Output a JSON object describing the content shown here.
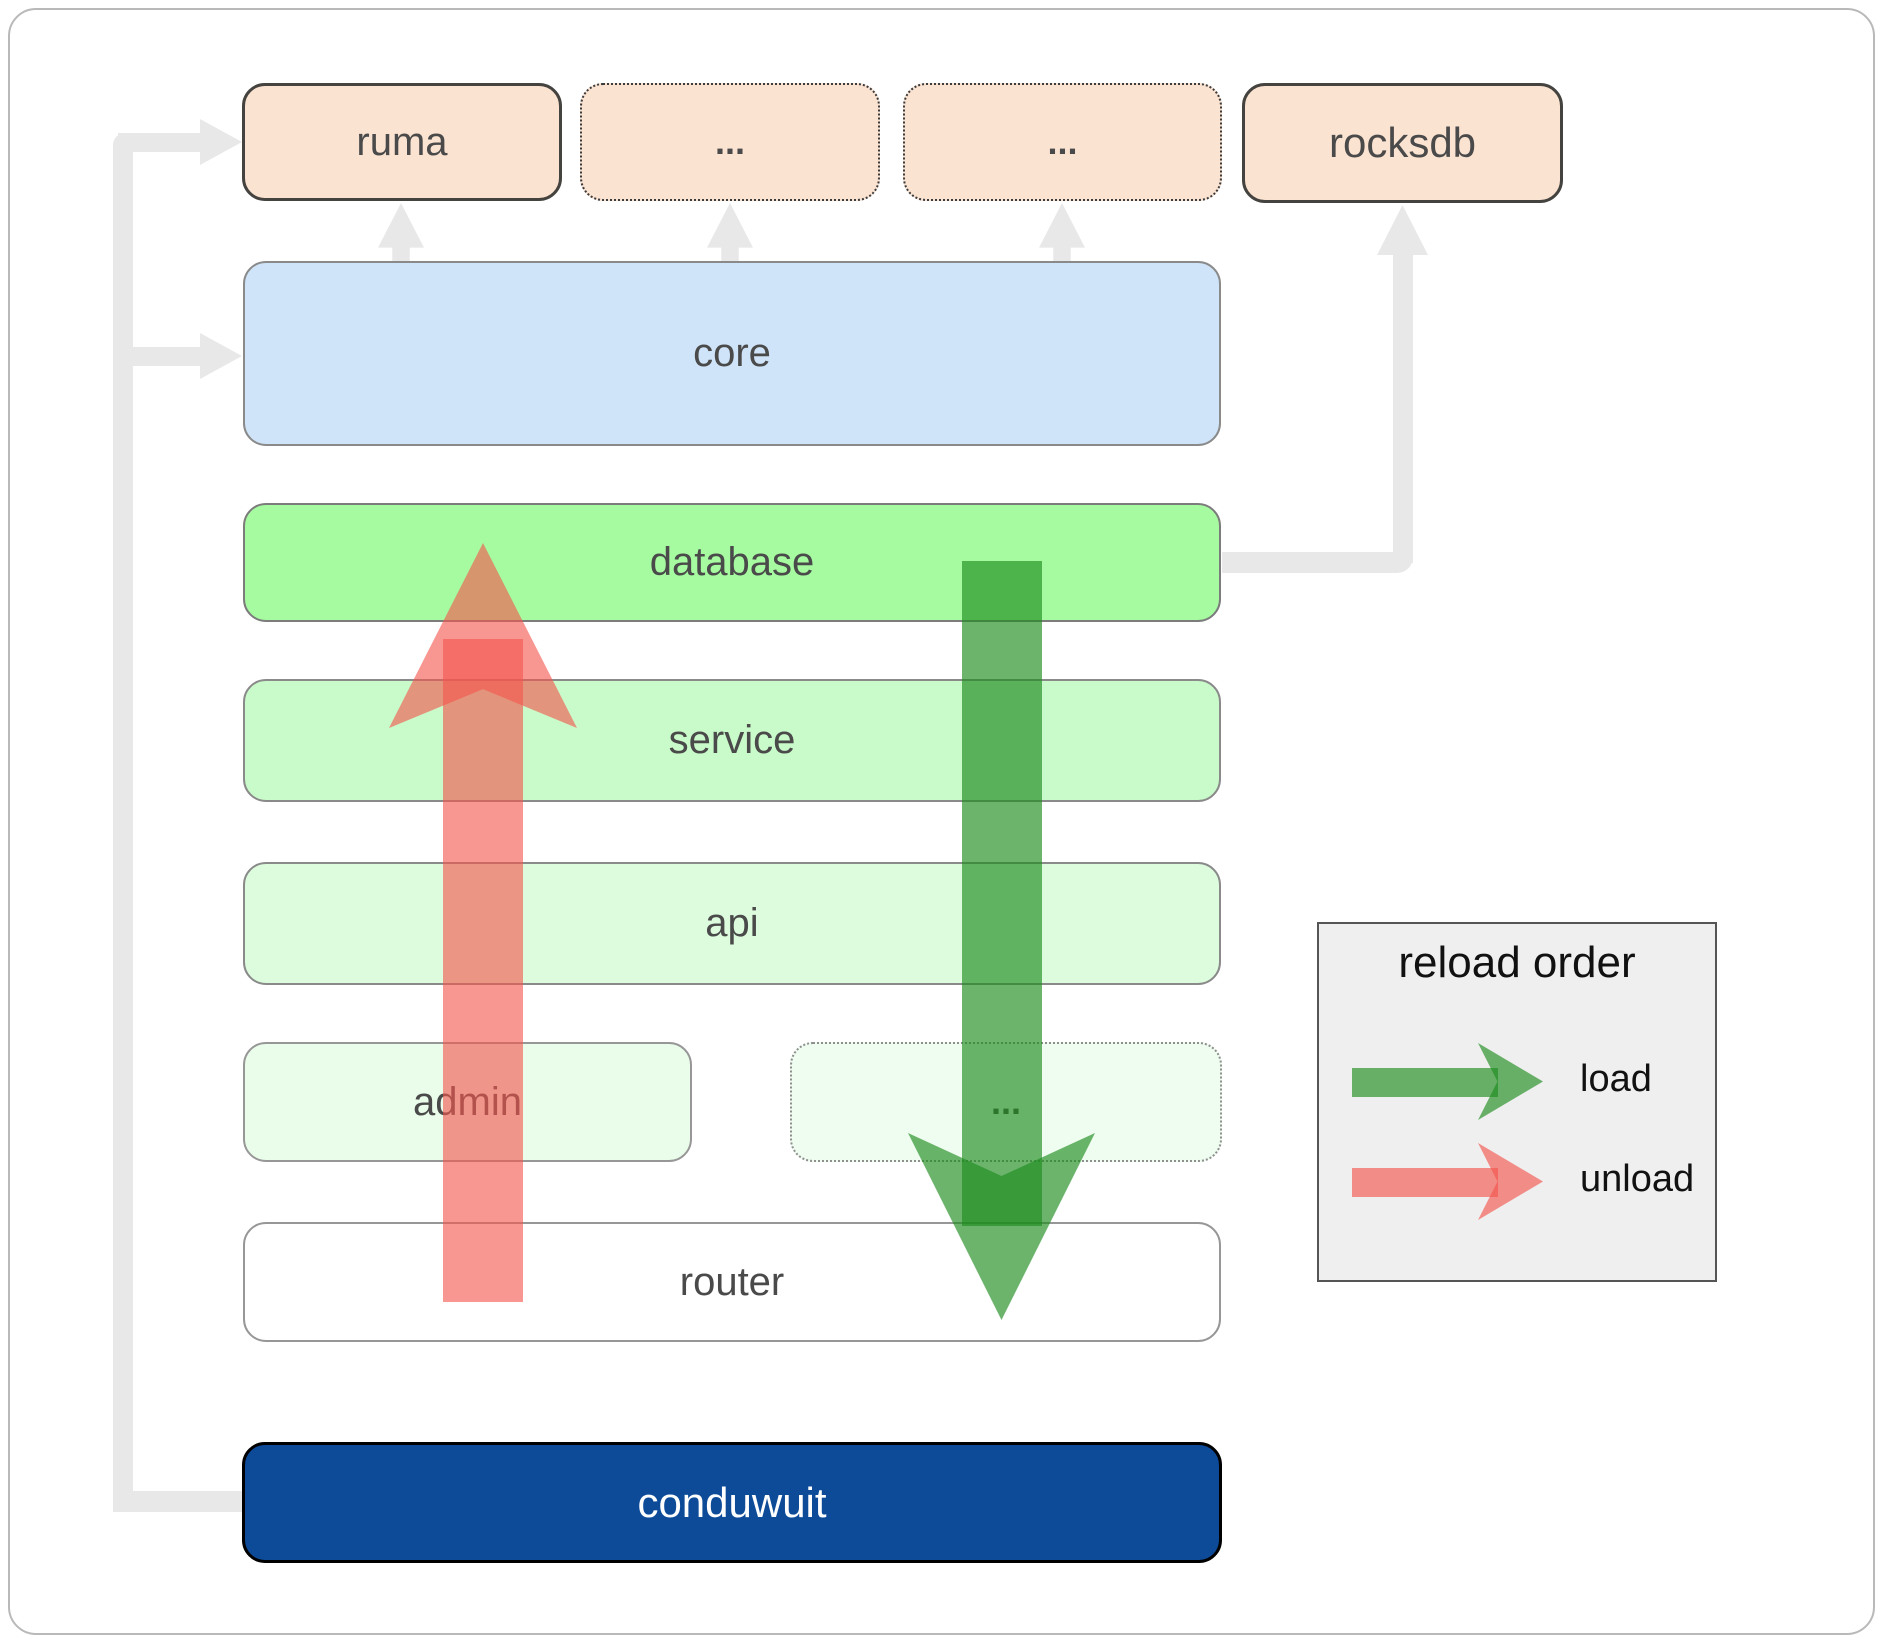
{
  "diagram": {
    "top_row": {
      "ruma": "ruma",
      "dep1": "...",
      "dep2": "...",
      "rocksdb": "rocksdb"
    },
    "layers": {
      "core": "core",
      "database": "database",
      "service": "service",
      "api": "api",
      "admin": "admin",
      "admin_more": "...",
      "router": "router",
      "conduwuit": "conduwuit"
    }
  },
  "legend": {
    "title": "reload order",
    "load_label": "load",
    "unload_label": "unload"
  },
  "colors": {
    "frame_border": "#b9b9b9",
    "connector": "#e8e8e8",
    "node_text": "#4a4a4a",
    "peach_fill": "#fbe3d2",
    "peach_border": "#45433f",
    "core_fill": "#cfe4f8",
    "database_fill": "#a6fba1",
    "service_fill": "#c9fac9",
    "api_fill": "#ddfcdd",
    "admin_fill": "#eafdea",
    "admin_more_fill": "#effdf0",
    "router_fill": "#ffffff",
    "conduwuit_fill": "#0d4b98",
    "conduwuit_text": "#ffffff",
    "load_green": "#1d8c1d",
    "unload_red": "#f3564e",
    "legend_fill": "#efefef",
    "legend_border": "#555555",
    "legend_text": "#111111"
  }
}
